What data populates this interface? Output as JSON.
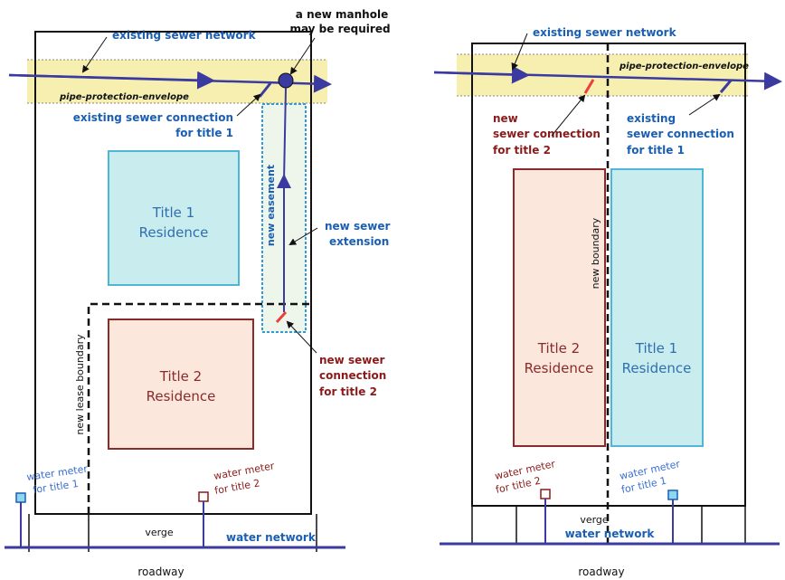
{
  "left_diagram": {
    "existing_sewer_network": "existing sewer network",
    "new_manhole_line1": "a new manhole",
    "new_manhole_line2": "may be required",
    "pipe_protection_envelope": "pipe-protection-envelope",
    "existing_connection_line1": "existing sewer connection",
    "existing_connection_line2": "for title 1",
    "new_easement": "new  easement",
    "new_sewer_extension_line1": "new sewer",
    "new_sewer_extension_line2": "extension",
    "title1_line1": "Title 1",
    "title1_line2": "Residence",
    "title2_line1": "Title 2",
    "title2_line2": "Residence",
    "new_lease_boundary": "new lease boundary",
    "new_connection_line1": "new sewer",
    "new_connection_line2": "connection",
    "new_connection_line3": "for title 2",
    "meter1_line1": "water   meter",
    "meter1_line2": "for title 1",
    "meter2_line1": "water meter",
    "meter2_line2": "for title 2",
    "verge": "verge",
    "water_network": "water network",
    "roadway": "roadway"
  },
  "right_diagram": {
    "existing_sewer_network": "existing sewer network",
    "pipe_protection_envelope": "pipe-protection-envelope",
    "new_connection_line1": "new",
    "new_connection_line2": "sewer connection",
    "new_connection_line3": "for  title 2",
    "existing_connection_line1": "existing",
    "existing_connection_line2": "sewer connection",
    "existing_connection_line3": "for  title 1",
    "new_boundary": "new boundary",
    "title2_line1": "Title 2",
    "title2_line2": "Residence",
    "title1_line1": "Title 1",
    "title1_line2": "Residence",
    "meter2_line1": "water meter",
    "meter2_line2": "for title 2",
    "meter1_line1": "water meter",
    "meter1_line2": "for title 1",
    "verge": "verge",
    "water_network": "water network",
    "roadway": "roadway"
  },
  "colors": {
    "sewer_blue": "#1a5fb4",
    "pipe_purple": "#3a3aa0",
    "new_red": "#8b1a1a",
    "connection_red": "#e8413c",
    "envelope_yellow": "#f6efb0",
    "title1_fill": "#c9ecef",
    "title1_stroke": "#4fb6d8",
    "title2_fill": "#fbe7dc",
    "title2_stroke": "#8b2a2a",
    "easement_fill": "#eef6ec",
    "easement_stroke": "#2f9ad6"
  }
}
